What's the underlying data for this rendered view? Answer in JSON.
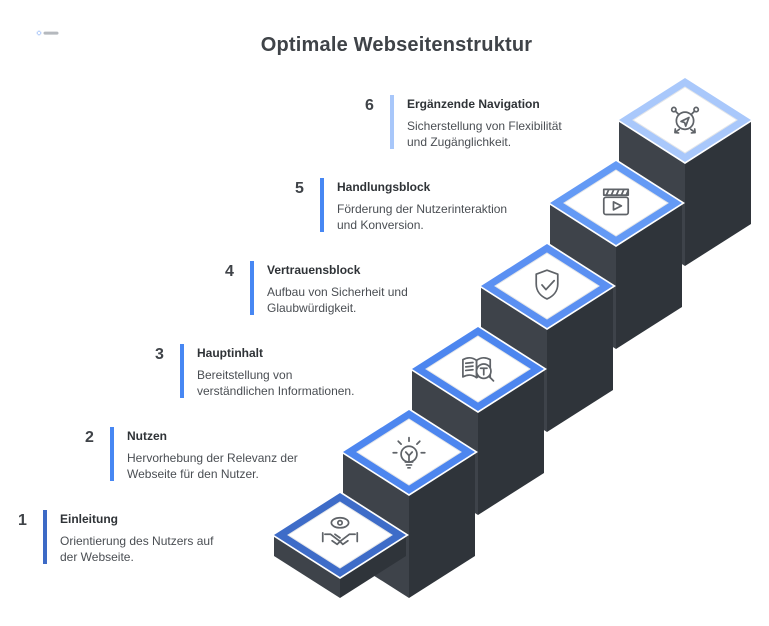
{
  "title": "Optimale Webseitenstruktur",
  "colors": {
    "background": "#ffffff",
    "dark_left": "#3e434a",
    "dark_right": "#2f343a",
    "icon_stroke": "#5f6368",
    "text_dark": "#3f4348"
  },
  "steps": [
    {
      "number": "1",
      "title": "Einleitung",
      "description": "Orientierung des Nutzers auf\nder Webseite.",
      "accent": "#3d6ac6",
      "platform_color": "#3e6cc8",
      "icon": "eye-handshake-icon"
    },
    {
      "number": "2",
      "title": "Nutzen",
      "description": "Hervorhebung der Relevanz der\nWebseite für den Nutzer.",
      "accent": "#4787f3",
      "platform_color": "#4d86ef",
      "icon": "lightbulb-icon"
    },
    {
      "number": "3",
      "title": "Hauptinhalt",
      "description": "Bereitstellung von\nverständlichen Informationen.",
      "accent": "#4787f3",
      "platform_color": "#4d86ef",
      "icon": "book-search-icon"
    },
    {
      "number": "4",
      "title": "Vertrauensblock",
      "description": "Aufbau von Sicherheit und\nGlaubwürdigkeit.",
      "accent": "#4787f3",
      "platform_color": "#5b90f2",
      "icon": "shield-check-icon"
    },
    {
      "number": "5",
      "title": "Handlungsblock",
      "description": "Förderung der Nutzerinteraktion\nund Konversion.",
      "accent": "#4787f3",
      "platform_color": "#649af5",
      "icon": "video-player-icon"
    },
    {
      "number": "6",
      "title": "Ergänzende Navigation",
      "description": "Sicherstellung von Flexibilität\nund Zugänglichkeit.",
      "accent": "#a8c7fa",
      "platform_color": "#a9c8fb",
      "icon": "navigation-share-icon"
    }
  ]
}
